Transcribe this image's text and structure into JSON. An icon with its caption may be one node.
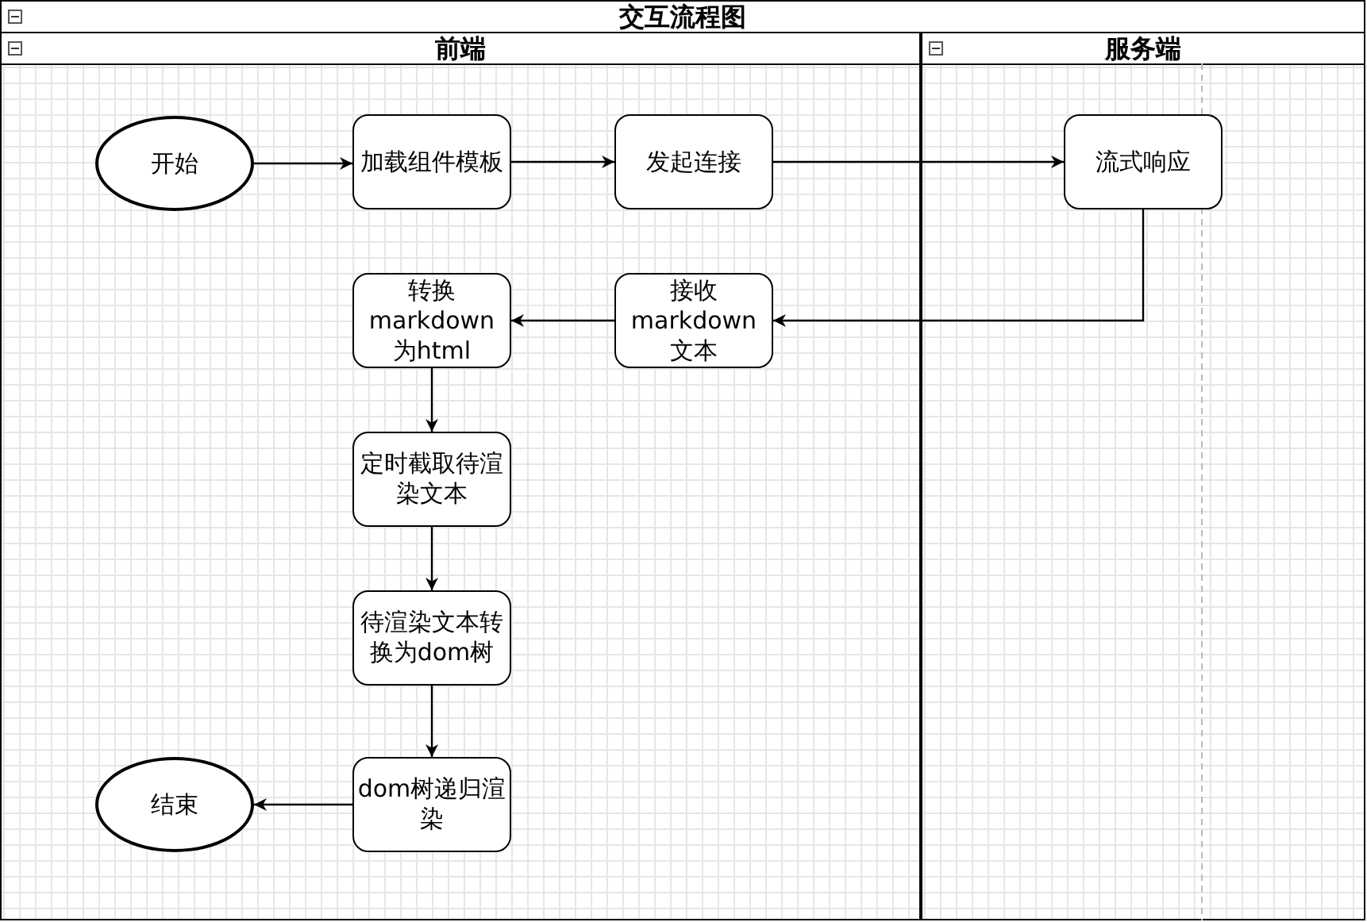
{
  "diagram": {
    "nodes": [
      {
        "text": [
          "交互流程图"
        ]
      },
      {
        "text": [
          "前端"
        ],
        "in": 0
      },
      {
        "text": [
          "服务端"
        ],
        "in": 0
      },
      {
        "text": [
          "开始"
        ],
        "in": 1
      },
      {
        "text": [
          "加载组件模板"
        ],
        "in": 1
      },
      {
        "text": [
          "发起连接"
        ],
        "in": 1
      },
      {
        "text": [
          "流式响应"
        ],
        "in": 2
      },
      {
        "text": [
          "接收markdown文本"
        ],
        "in": 1
      },
      {
        "text": [
          "转换markdown为html"
        ],
        "in": 1
      },
      {
        "text": [
          "定时截取待渲染文本"
        ],
        "in": 1
      },
      {
        "text": [
          "待渲染文本转换为dom树"
        ],
        "in": 1
      },
      {
        "text": [
          "dom树递归渲染"
        ],
        "in": 1
      },
      {
        "text": [
          "结束"
        ],
        "in": 1
      }
    ],
    "edges": [
      {
        "from": 3,
        "to": 4,
        "arrow": "to"
      },
      {
        "from": 4,
        "to": 5,
        "arrow": "to"
      },
      {
        "from": 5,
        "to": 6,
        "arrow": "to"
      },
      {
        "from": 6,
        "to": 7,
        "arrow": "to"
      },
      {
        "from": 7,
        "to": 8,
        "arrow": "to"
      },
      {
        "from": 8,
        "to": 9,
        "arrow": "to"
      },
      {
        "from": 9,
        "to": 10,
        "arrow": "to"
      },
      {
        "from": 10,
        "to": 11,
        "arrow": "to"
      },
      {
        "from": 11,
        "to": 12,
        "arrow": "to"
      }
    ]
  }
}
